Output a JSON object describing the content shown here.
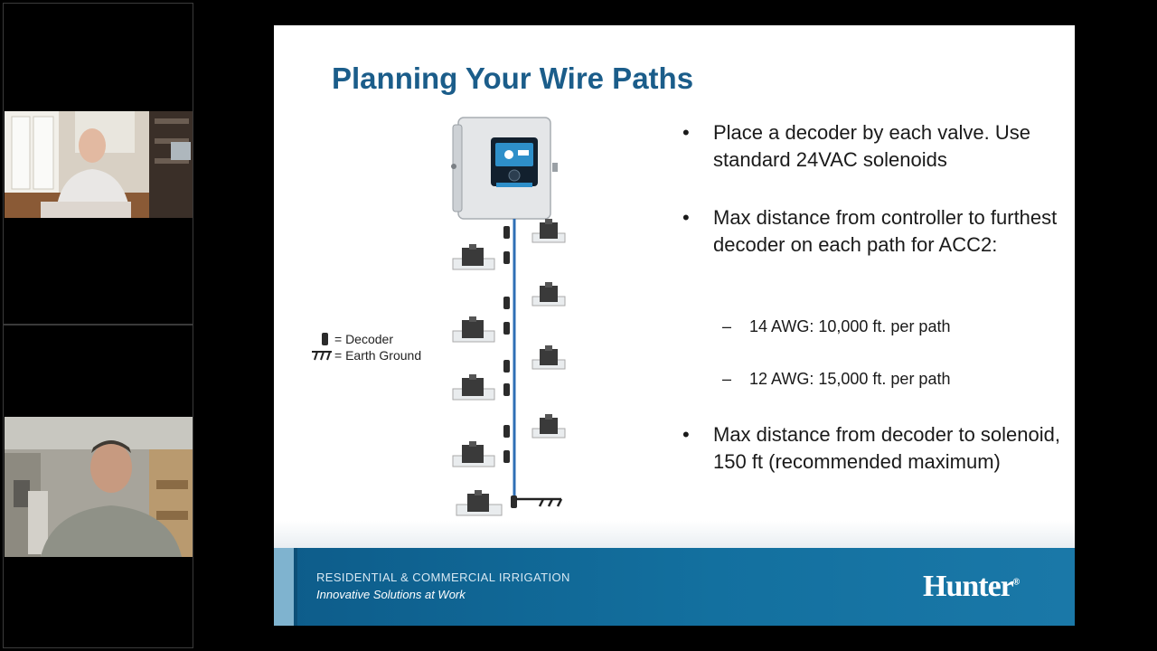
{
  "slide": {
    "title": "Planning Your Wire Paths",
    "bullets": [
      {
        "text": "Place a decoder by each valve. Use standard 24VAC solenoids"
      },
      {
        "text": "Max distance from controller to furthest decoder on each path for ACC2:"
      },
      {
        "text": "Max distance from decoder to solenoid, 150 ft (recommended maximum)"
      }
    ],
    "sub_bullets": [
      {
        "text": "14 AWG: 10,000 ft. per path"
      },
      {
        "text": "12 AWG: 15,000 ft. per path"
      }
    ],
    "bullet_glyph": "•",
    "dash_glyph": "–",
    "legend": {
      "decoder": "= Decoder",
      "ground": "= Earth Ground"
    },
    "footer": {
      "tagline": "RESIDENTIAL & COMMERCIAL IRRIGATION",
      "slogan": "Innovative Solutions at Work",
      "logo": "Hunter",
      "logo_mark": "®"
    },
    "colors": {
      "title": "#1b5d8a",
      "footer": "#13709f",
      "wire": "#2f6fb5"
    }
  },
  "participants": [
    {
      "icon": "participant-video-1"
    },
    {
      "icon": "participant-video-2"
    }
  ]
}
